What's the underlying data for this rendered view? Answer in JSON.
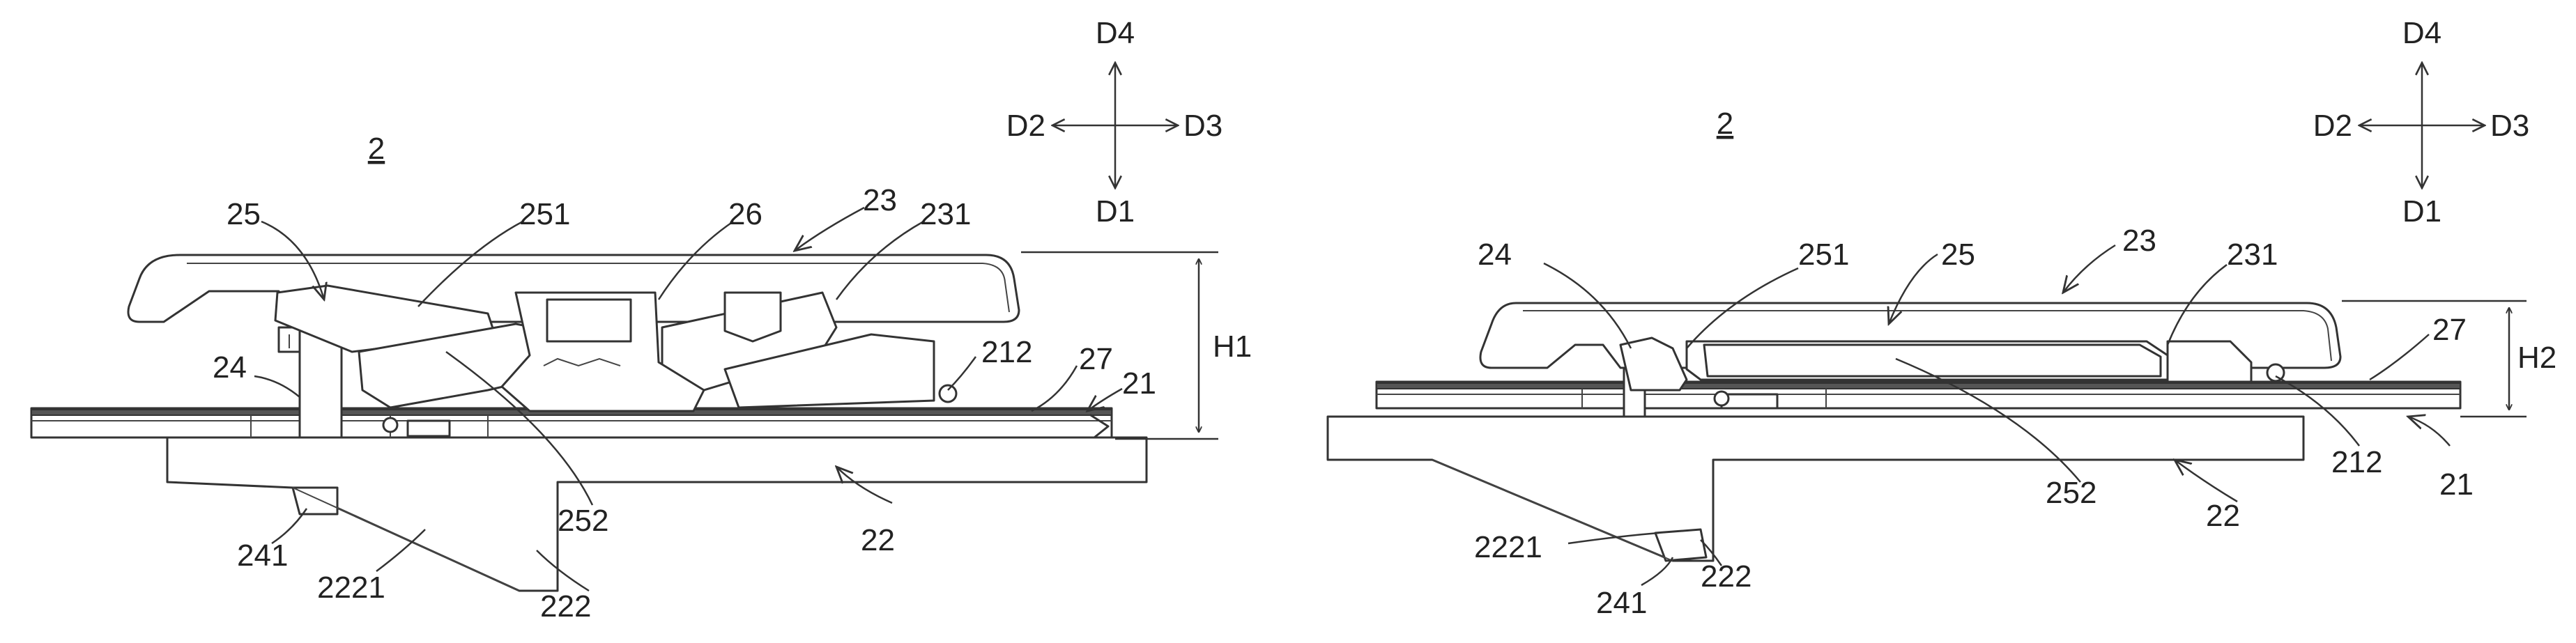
{
  "figures": [
    {
      "figure_number": "2",
      "directions": {
        "up": "D4",
        "down": "D1",
        "left": "D2",
        "right": "D3"
      },
      "labels": {
        "ref_25": "25",
        "ref_251": "251",
        "ref_26": "26",
        "ref_23": "23",
        "ref_231": "231",
        "ref_24": "24",
        "ref_212": "212",
        "ref_27": "27",
        "ref_21": "21",
        "ref_H1": "H1",
        "ref_252": "252",
        "ref_22": "22",
        "ref_241": "241",
        "ref_2221": "2221",
        "ref_222": "222"
      }
    },
    {
      "figure_number": "2",
      "directions": {
        "up": "D4",
        "down": "D1",
        "left": "D2",
        "right": "D3"
      },
      "labels": {
        "ref_24": "24",
        "ref_251": "251",
        "ref_25": "25",
        "ref_23": "23",
        "ref_231": "231",
        "ref_27": "27",
        "ref_H2": "H2",
        "ref_212": "212",
        "ref_21": "21",
        "ref_252": "252",
        "ref_22": "22",
        "ref_2221": "2221",
        "ref_241": "241",
        "ref_222": "222"
      }
    }
  ]
}
